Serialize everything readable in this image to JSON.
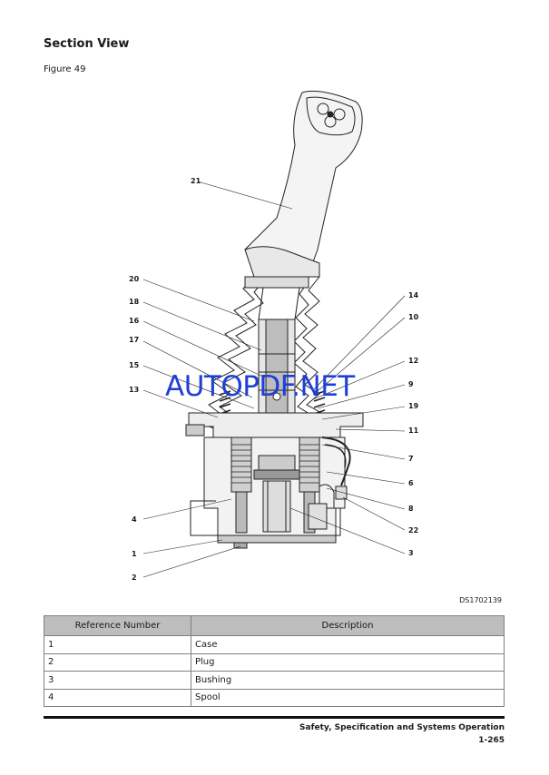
{
  "page": {
    "section_title": "Section View",
    "figure_label": "Figure 49",
    "drawing_id": "DS1702139",
    "watermark": "AUTOPDF.NET"
  },
  "callouts": {
    "c21": "21",
    "c20": "20",
    "c18": "18",
    "c16": "16",
    "c17": "17",
    "c15": "15",
    "c13": "13",
    "c4": "4",
    "c1": "1",
    "c2": "2",
    "c14": "14",
    "c10": "10",
    "c12": "12",
    "c9": "9",
    "c19": "19",
    "c11": "11",
    "c7": "7",
    "c6": "6",
    "c8": "8",
    "c22": "22",
    "c3": "3"
  },
  "table": {
    "headers": [
      "Reference Number",
      "Description"
    ],
    "rows": [
      [
        "1",
        "Case"
      ],
      [
        "2",
        "Plug"
      ],
      [
        "3",
        "Bushing"
      ],
      [
        "4",
        "Spool"
      ]
    ]
  },
  "footer": {
    "title": "Safety, Specification and Systems Operation",
    "page_number": "1-265"
  }
}
